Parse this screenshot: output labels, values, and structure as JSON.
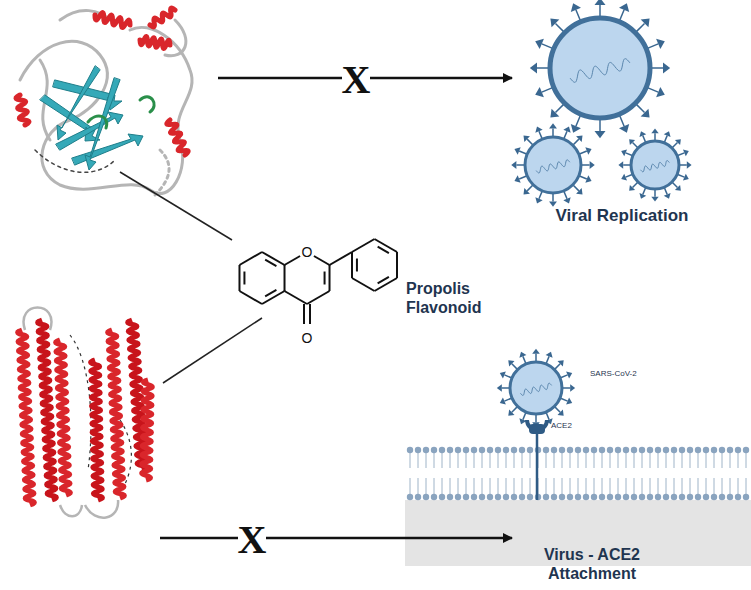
{
  "diagram": {
    "nodes": [
      {
        "text": [
          "Viral Replication"
        ]
      },
      {
        "text": [
          "Propolis Flavonoid"
        ]
      },
      {
        "text": [
          "Virus - ACE2 Attachment"
        ]
      }
    ],
    "labels": [
      "X",
      "O",
      "O",
      "X",
      "SARS-CoV-2",
      "ACE2"
    ]
  }
}
